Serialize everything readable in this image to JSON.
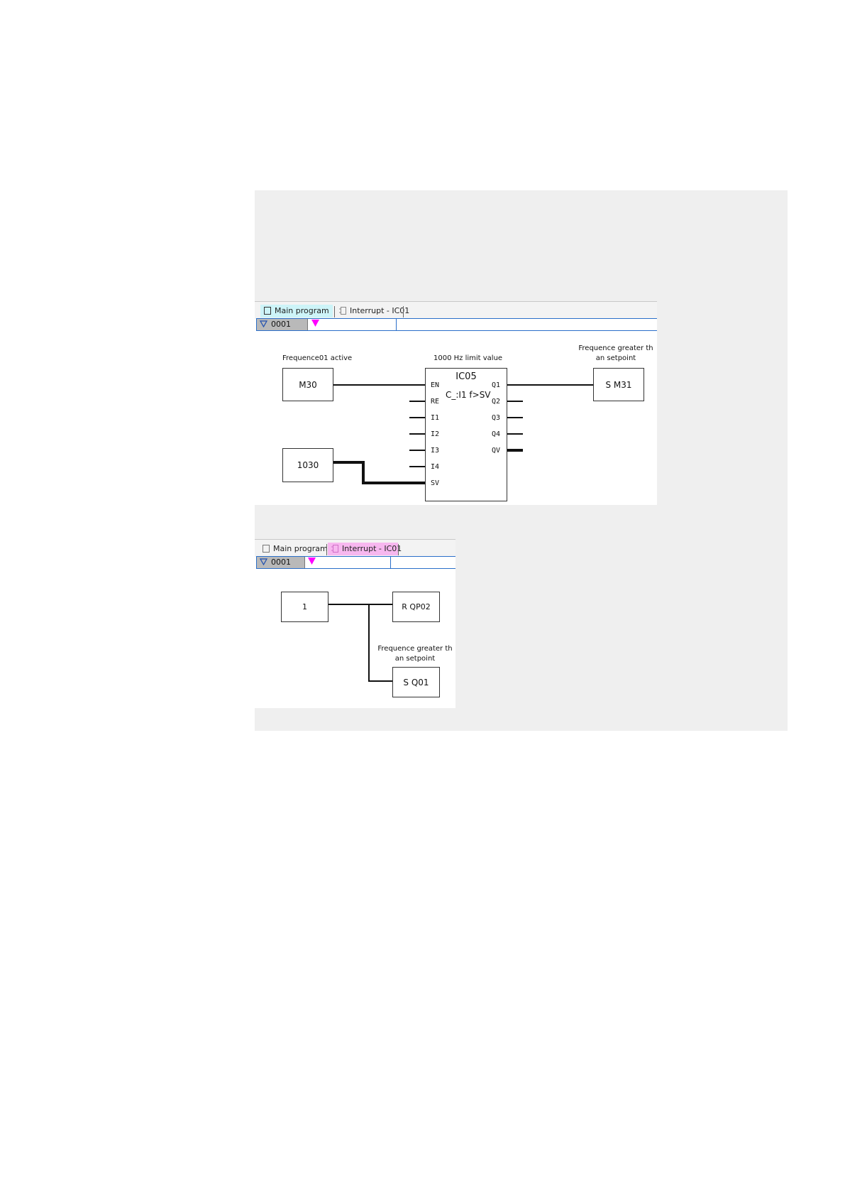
{
  "editor1": {
    "tabs": [
      {
        "label": "Main program",
        "icon": "square-icon"
      },
      {
        "label": "Interrupt - IC01",
        "icon": "interrupt-icon"
      }
    ],
    "rung": "0001",
    "comments": {
      "m30": "Frequence01 active",
      "function_block": "1000 Hz limit value",
      "output_line1": "Frequence greater th",
      "output_line2": "an setpoint"
    },
    "contact_m30": "M30",
    "constant": "1030",
    "block": {
      "name": "IC05",
      "function": "C_:I1 f>SV",
      "inputs": [
        "EN",
        "RE",
        "I1",
        "I2",
        "I3",
        "I4",
        "SV"
      ],
      "outputs": [
        "Q1",
        "Q2",
        "Q3",
        "Q4",
        "QV"
      ]
    },
    "coil": "S M31"
  },
  "editor2": {
    "tabs": [
      {
        "label": "Main program",
        "icon": "square-icon"
      },
      {
        "label": "Interrupt - IC01",
        "icon": "interrupt-icon"
      }
    ],
    "rung": "0001",
    "constant": "1",
    "coil_reset": "R QP02",
    "comment_line1": "Frequence greater th",
    "comment_line2": "an setpoint",
    "coil_set": "S Q01"
  },
  "colors": {
    "panel_background": "#efefef",
    "main_tab_active": "#cdf4f8",
    "interrupt_tab_active": "#f7b7ef",
    "rung_marker": "#ff00ff",
    "rung_border": "#2a6fc9"
  }
}
